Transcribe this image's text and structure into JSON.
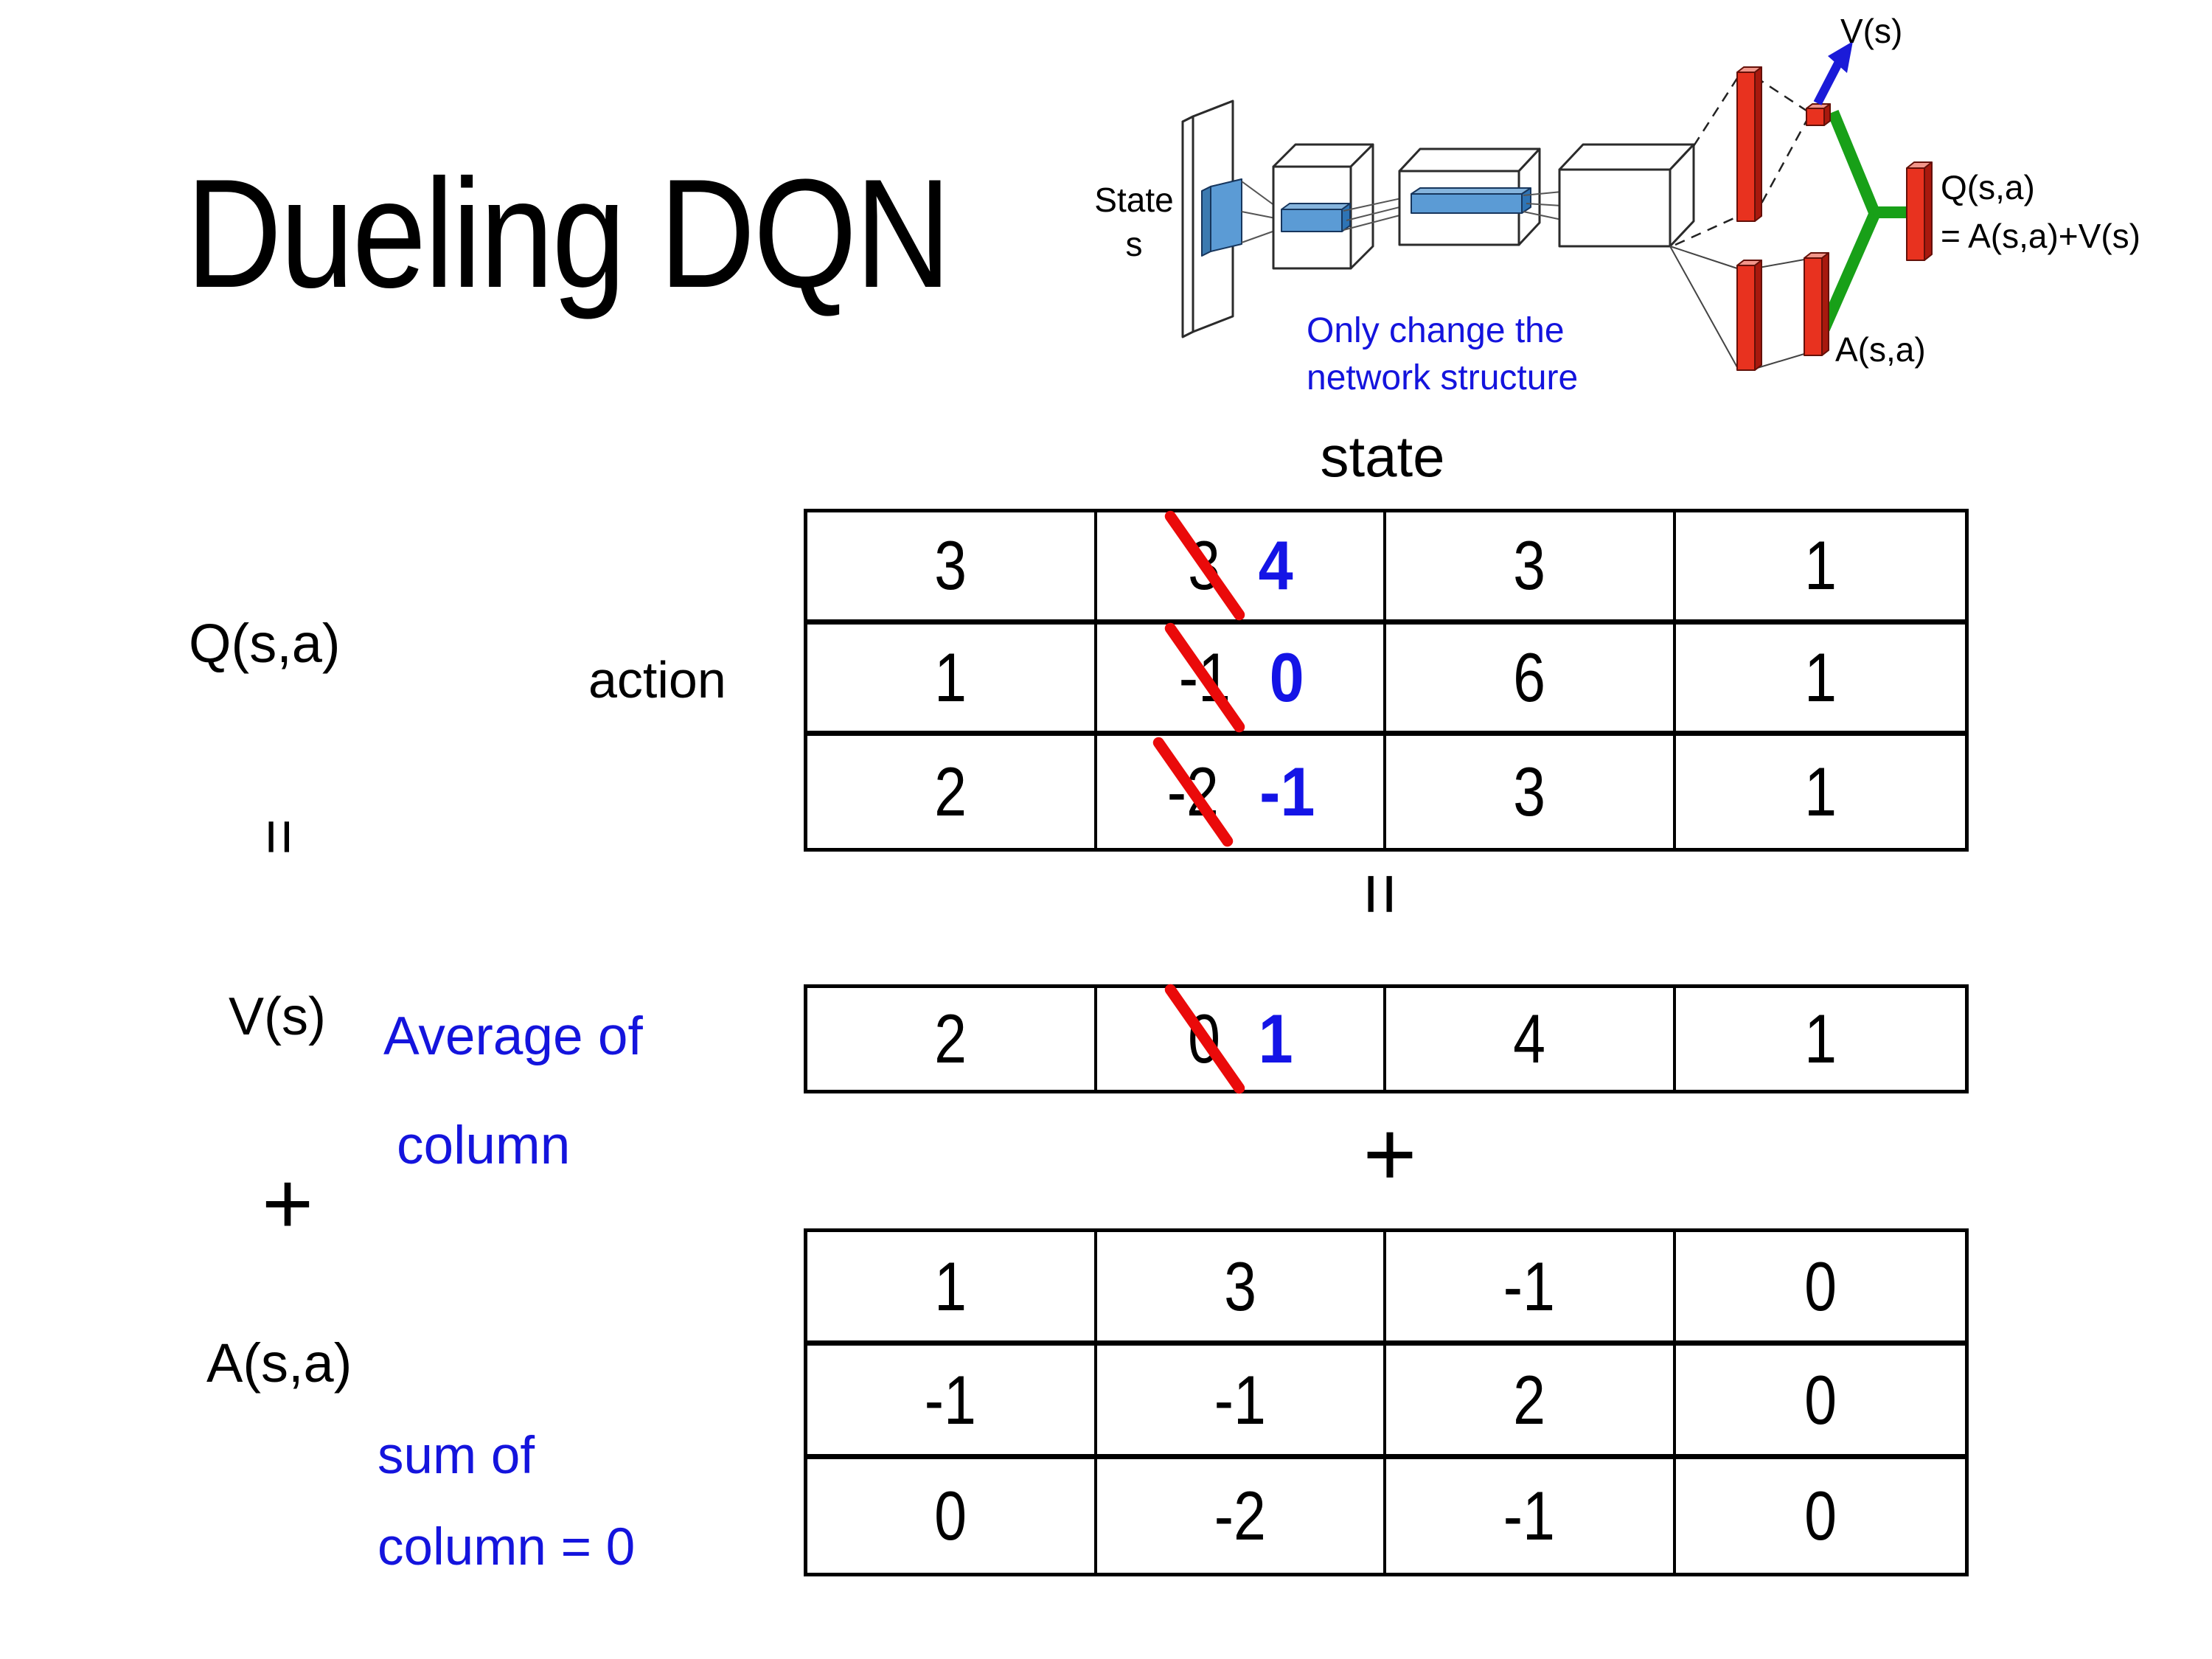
{
  "title": "Dueling DQN",
  "colors": {
    "annotation_blue": "#1414dd",
    "correction_blue": "#1414e6",
    "strike_red": "#ea0a0a",
    "bar_red": "#e8321f",
    "feature_blue": "#5b9bd5",
    "merge_green": "#18a018"
  },
  "diagram": {
    "state_line1": "State",
    "state_line2": "s",
    "note_line1": "Only change the",
    "note_line2": "network structure",
    "v_out_label": "V(s)",
    "a_out_label": "A(s,a)",
    "q_out_label": "Q(s,a)",
    "q_out_eq": "= A(s,a)+V(s)"
  },
  "left_panel": {
    "q_label": "Q(s,a)",
    "action_label": "action",
    "v_label": "V(s)",
    "a_label": "A(s,a)",
    "avg_note_line1": "Average of",
    "avg_note_line2": "column",
    "sum_note_line1": "sum of",
    "sum_note_line2": "column = 0"
  },
  "operators": {
    "equals": "=",
    "plus": "+"
  },
  "state_header": "state",
  "q_table": {
    "cells": [
      [
        "3",
        "3",
        "3",
        "1"
      ],
      [
        "1",
        "-1",
        "6",
        "1"
      ],
      [
        "2",
        "-2",
        "3",
        "1"
      ]
    ],
    "corrections": [
      "4",
      "0",
      "-1"
    ]
  },
  "v_table": {
    "cells": [
      "2",
      "0",
      "4",
      "1"
    ],
    "correction": "1"
  },
  "a_table": {
    "cells": [
      [
        "1",
        "3",
        "-1",
        "0"
      ],
      [
        "-1",
        "-1",
        "2",
        "0"
      ],
      [
        "0",
        "-2",
        "-1",
        "0"
      ]
    ]
  }
}
